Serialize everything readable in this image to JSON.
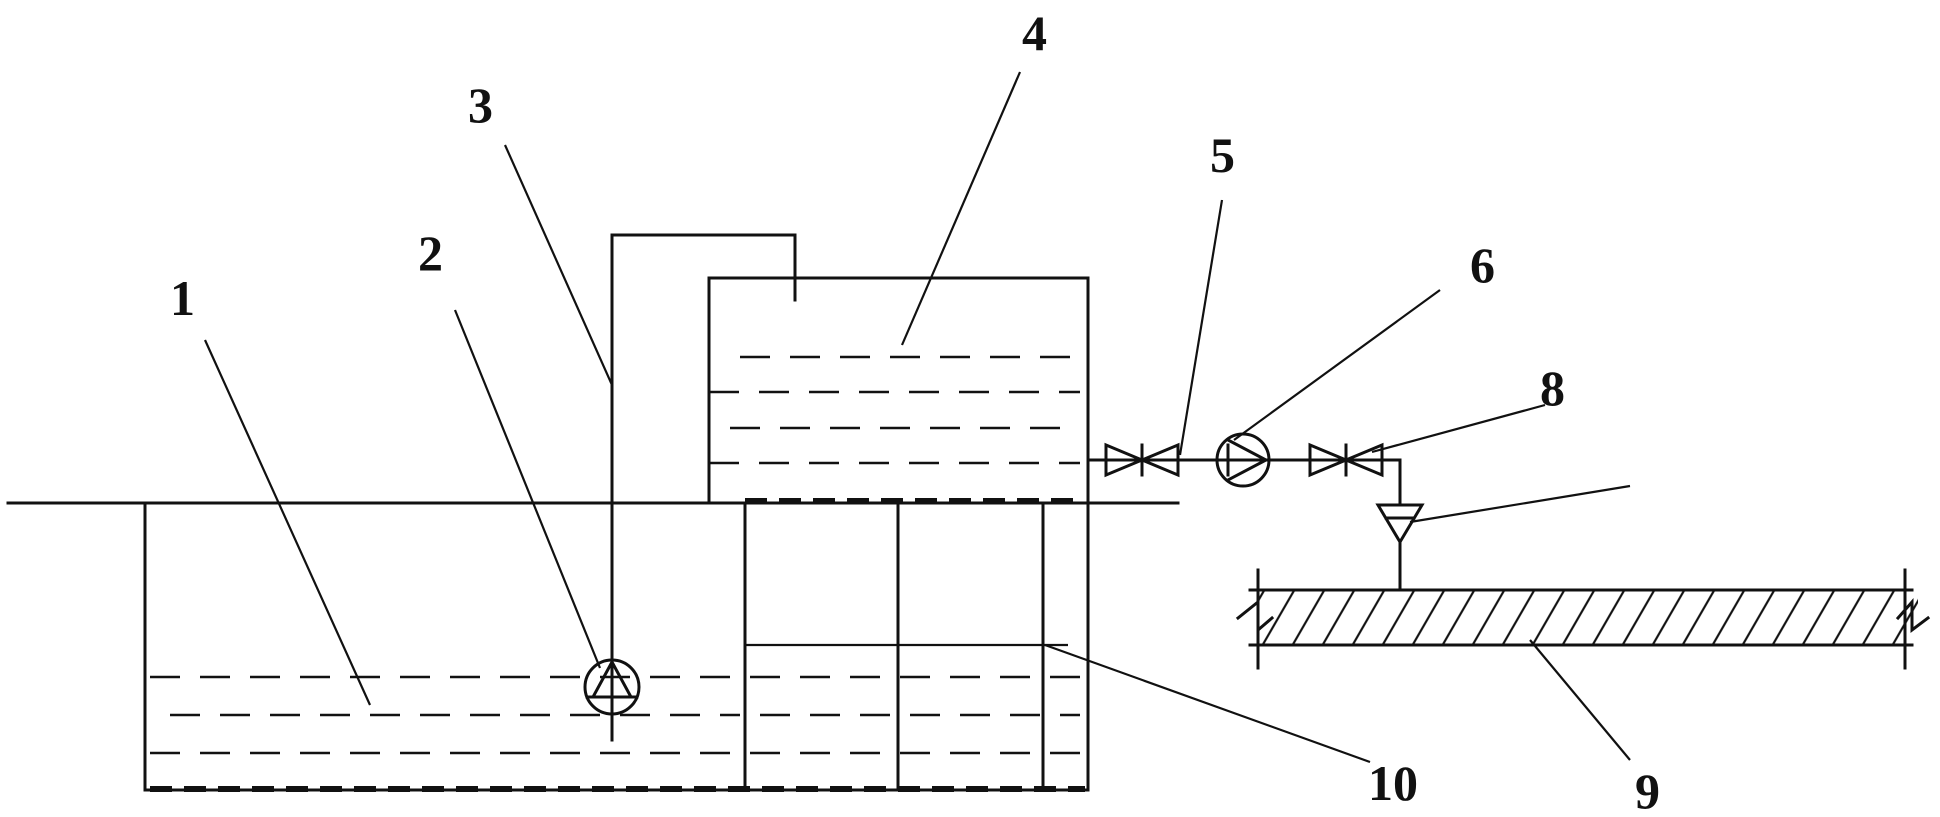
{
  "labels": {
    "l1": "1",
    "l2": "2",
    "l3": "3",
    "l4": "4",
    "l5": "5",
    "l6": "6",
    "l8": "8",
    "l9": "9",
    "l10": "10"
  },
  "colors": {
    "line": "#111111",
    "background": "#ffffff"
  }
}
